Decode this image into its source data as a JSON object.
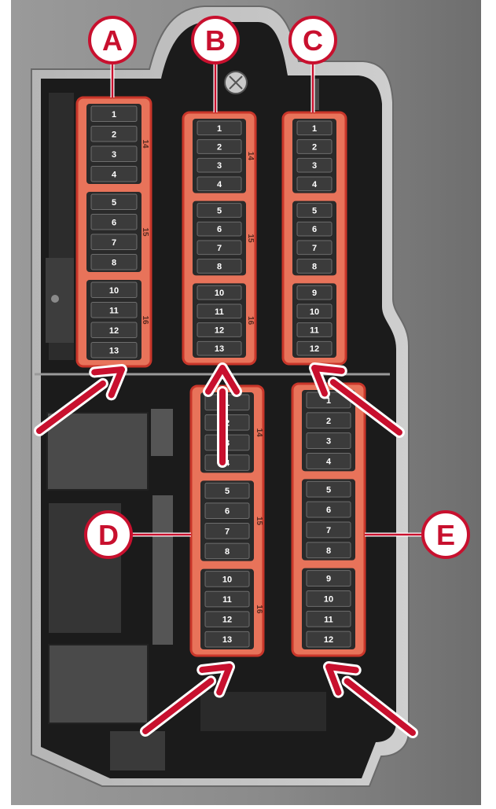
{
  "diagram": {
    "callouts": [
      {
        "key": "A",
        "letter": "A"
      },
      {
        "key": "B",
        "letter": "B"
      },
      {
        "key": "C",
        "letter": "C"
      },
      {
        "key": "D",
        "letter": "D"
      },
      {
        "key": "E",
        "letter": "E"
      }
    ],
    "blocks": [
      {
        "key": "A",
        "fuses": [
          "1",
          "2",
          "3",
          "4",
          "5",
          "6",
          "7",
          "8",
          "10",
          "11",
          "12",
          "13"
        ],
        "side_labels": [
          "14",
          "15",
          "16"
        ]
      },
      {
        "key": "B",
        "fuses": [
          "1",
          "2",
          "3",
          "4",
          "5",
          "6",
          "7",
          "8",
          "10",
          "11",
          "12",
          "13"
        ],
        "side_labels": [
          "14",
          "15",
          "16"
        ]
      },
      {
        "key": "C",
        "fuses": [
          "1",
          "2",
          "3",
          "4",
          "5",
          "6",
          "7",
          "8",
          "9",
          "10",
          "11",
          "12"
        ],
        "side_labels": []
      },
      {
        "key": "D",
        "fuses": [
          "1",
          "2",
          "3",
          "4",
          "5",
          "6",
          "7",
          "8",
          "10",
          "11",
          "12",
          "13"
        ],
        "side_labels": [
          "14",
          "15",
          "16"
        ]
      },
      {
        "key": "E",
        "fuses": [
          "1",
          "2",
          "3",
          "4",
          "5",
          "6",
          "7",
          "8",
          "9",
          "10",
          "11",
          "12"
        ],
        "side_labels": []
      }
    ],
    "colors": {
      "highlight": "#e8735a",
      "highlight_border": "#c9362a",
      "arrow": "#c8102e",
      "callout_ring": "#c8102e",
      "housing": "#1b1b1b"
    }
  }
}
